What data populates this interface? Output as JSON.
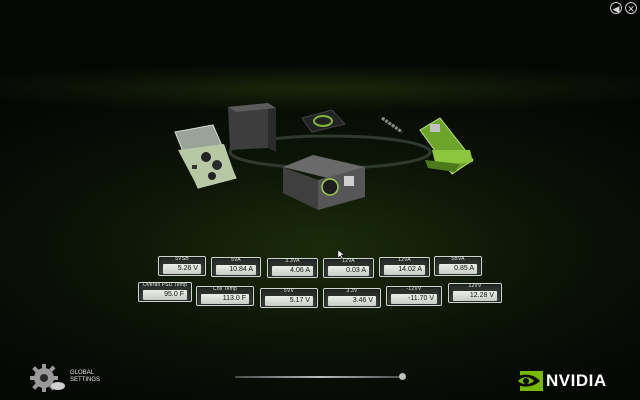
{
  "window": {
    "back_symbol": "◀",
    "close_symbol": "✕"
  },
  "readouts": {
    "row1": [
      {
        "label": "5VSB",
        "value": "5.26 V"
      },
      {
        "label": "5VA",
        "value": "10.84 A"
      },
      {
        "label": "3.3VA",
        "value": "4.06 A"
      },
      {
        "label": "12VA",
        "value": "0.03 A"
      },
      {
        "label": "12VA",
        "value": "14.02 A"
      },
      {
        "label": "5BVA",
        "value": "0.85 A"
      }
    ],
    "row2": [
      {
        "label": "Overall PSU Temp",
        "value": "95.0 F"
      },
      {
        "label": "Coil Temp",
        "value": "113.0 F"
      },
      {
        "label": "5VV",
        "value": "5.17 V"
      },
      {
        "label": "3.3V",
        "value": "3.46 V"
      },
      {
        "label": "-12VV",
        "value": "-11.70 V"
      },
      {
        "label": "12VV",
        "value": "12.28 V"
      }
    ]
  },
  "global_settings": {
    "line1": "GLOBAL",
    "line2": "SETTINGS",
    "icon": "gear-icon"
  },
  "slider": {
    "position_pct": 97
  },
  "brand": {
    "name": "NVIDIA",
    "logo_icon": "nvidia-eye-icon",
    "accent": "#76b900"
  }
}
